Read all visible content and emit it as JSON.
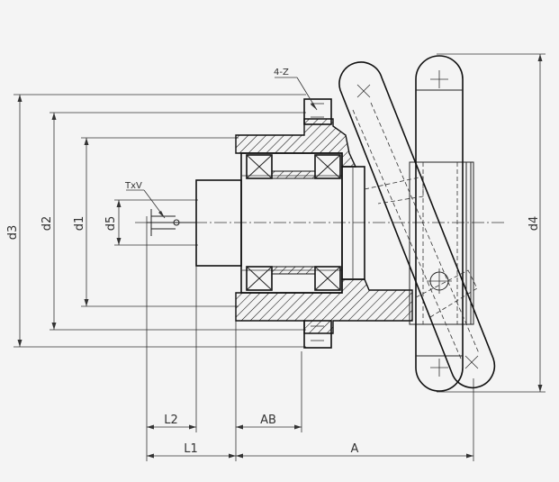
{
  "labels": {
    "d3": "d3",
    "d2": "d2",
    "d1": "d1",
    "d5": "d5",
    "d4": "d4",
    "txv": "TxV",
    "bolt": "4-Z",
    "l2": "L2",
    "ab": "AB",
    "l1": "L1",
    "a": "A"
  }
}
